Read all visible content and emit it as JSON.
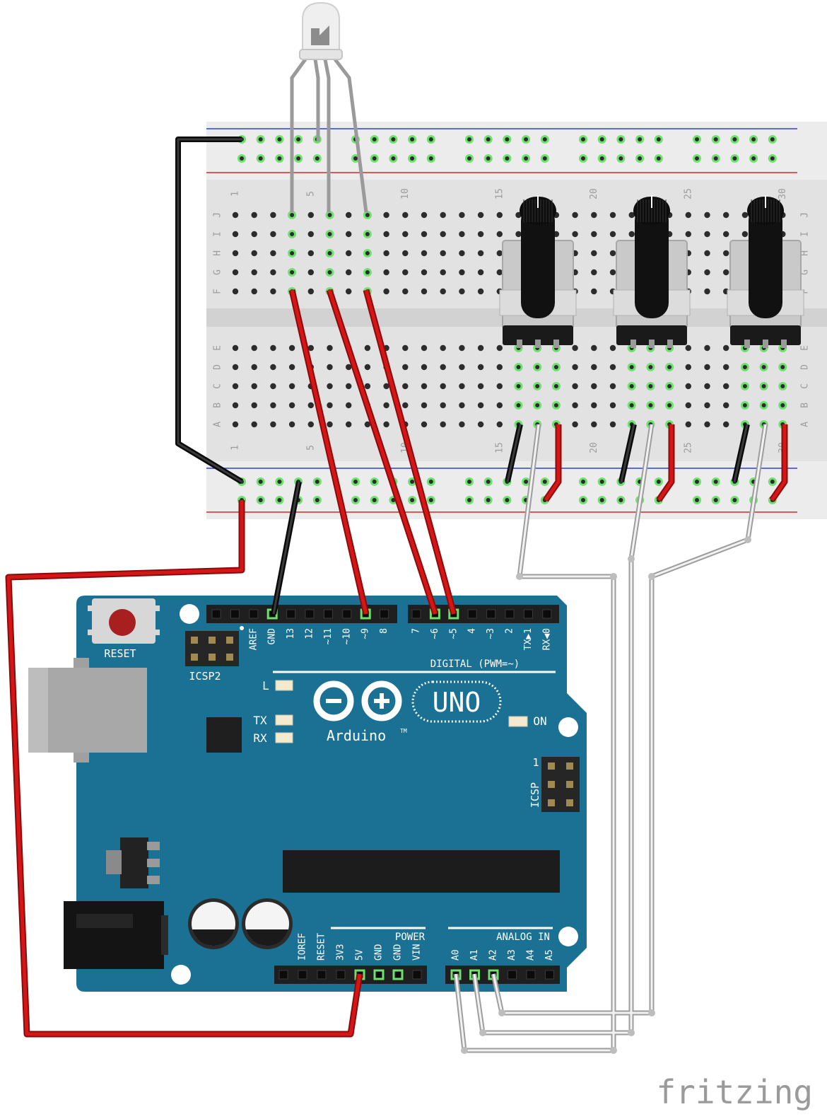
{
  "watermark": "fritzing",
  "breadboard": {
    "row_letters_top": [
      "J",
      "I",
      "H",
      "G",
      "F"
    ],
    "row_letters_bottom": [
      "E",
      "D",
      "C",
      "B",
      "A"
    ],
    "column_numbers": [
      "1",
      "5",
      "10",
      "15",
      "20",
      "25",
      "30"
    ]
  },
  "arduino": {
    "reset_label": "RESET",
    "icsp2_label": "ICSP2",
    "icsp_label": "ICSP",
    "icsp_pin1": "1",
    "digital_label": "DIGITAL (PWM=~)",
    "digital_pins": [
      "AREF",
      "GND",
      "13",
      "12",
      "~11",
      "~10",
      "~9",
      "8",
      "7",
      "~6",
      "~5",
      "4",
      "~3",
      "2",
      "TX▶1",
      "RX◀0"
    ],
    "led_l": "L",
    "led_tx": "TX",
    "led_rx": "RX",
    "led_on": "ON",
    "logo_uno": "UNO",
    "logo_brand": "Arduino",
    "logo_tm": "TM",
    "power_label": "POWER",
    "power_pins": [
      "IOREF",
      "RESET",
      "3V3",
      "5V",
      "GND",
      "GND",
      "VIN"
    ],
    "analog_label": "ANALOG IN",
    "analog_pins": [
      "A0",
      "A1",
      "A2",
      "A3",
      "A4",
      "A5"
    ]
  },
  "colors": {
    "board": "#1b7193",
    "board_dark": "#155a76",
    "wire_red": "#cc1111",
    "wire_black": "#222222",
    "wire_gray": "#bdbdbd",
    "breadboard": "#e4e4e4",
    "rail_blue": "#2b3fd8",
    "rail_red": "#d42a2a",
    "hole_active": "#6fe06f"
  }
}
